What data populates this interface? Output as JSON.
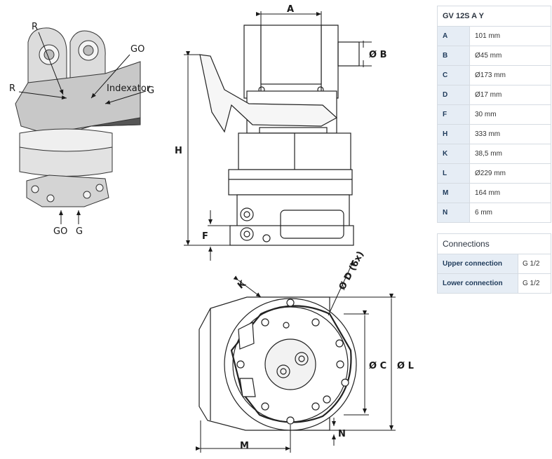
{
  "specs": {
    "title": "GV 12S A Y",
    "rows": [
      {
        "key": "A",
        "value": "101 mm"
      },
      {
        "key": "B",
        "value": "Ø45 mm"
      },
      {
        "key": "C",
        "value": "Ø173 mm"
      },
      {
        "key": "D",
        "value": "Ø17 mm"
      },
      {
        "key": "F",
        "value": "30 mm"
      },
      {
        "key": "H",
        "value": "333 mm"
      },
      {
        "key": "K",
        "value": "38,5 mm"
      },
      {
        "key": "L",
        "value": "Ø229 mm"
      },
      {
        "key": "M",
        "value": "164 mm"
      },
      {
        "key": "N",
        "value": "6 mm"
      }
    ]
  },
  "connections": {
    "title": "Connections",
    "rows": [
      {
        "key": "Upper connection",
        "value": "G 1/2"
      },
      {
        "key": "Lower connection",
        "value": "G 1/2"
      }
    ]
  },
  "iso_labels": {
    "r_top": "R",
    "r_left": "R",
    "go_top": "GO",
    "g_right": "G",
    "go_bottom": "GO",
    "g_bottom": "G",
    "brand": "Indexator"
  },
  "dim_labels": {
    "a": "A",
    "b": "Ø B",
    "h": "H",
    "f": "F",
    "k": "K",
    "d": "Ø D (6x)",
    "c": "Ø C",
    "l": "Ø L",
    "m": "M",
    "n": "N"
  }
}
